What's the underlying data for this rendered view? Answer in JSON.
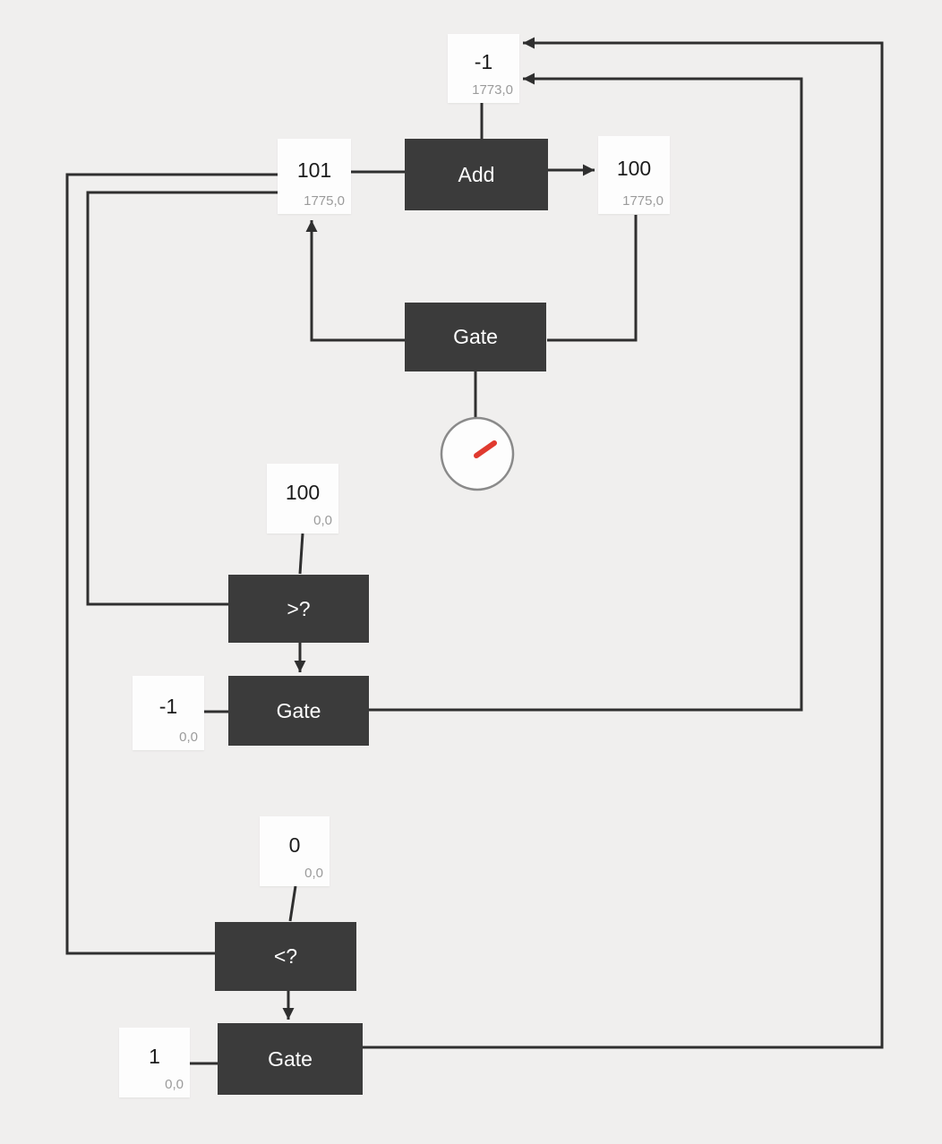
{
  "diagram": {
    "background_color": "#f0efee",
    "node_color": "#3b3b3b",
    "node_text_color": "#ffffff",
    "wire_color": "#2f2f2f",
    "accent_red": "#e03a2f",
    "icons": {
      "clock": "timer-clock-icon"
    }
  },
  "nodes": {
    "msg_neg1_top": {
      "value": "-1",
      "coord": "1773,0"
    },
    "msg_101": {
      "value": "101",
      "coord": "1775,0"
    },
    "add": {
      "label": "Add"
    },
    "msg_100_top": {
      "value": "100",
      "coord": "1775,0"
    },
    "gate_top": {
      "label": "Gate"
    },
    "msg_100_mid": {
      "value": "100",
      "coord": "0,0"
    },
    "greater": {
      "label": ">?"
    },
    "msg_neg1_mid": {
      "value": "-1",
      "coord": "0,0"
    },
    "gate_mid": {
      "label": "Gate"
    },
    "msg_0": {
      "value": "0",
      "coord": "0,0"
    },
    "less": {
      "label": "<?"
    },
    "msg_1": {
      "value": "1",
      "coord": "0,0"
    },
    "gate_bottom": {
      "label": "Gate"
    }
  }
}
